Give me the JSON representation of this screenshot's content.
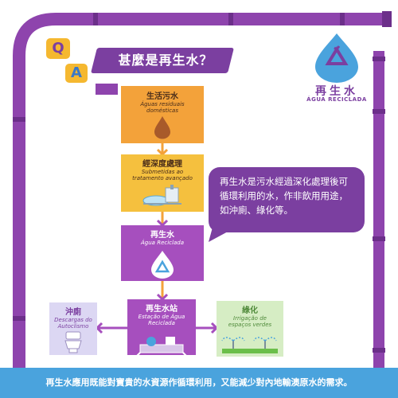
{
  "title": "甚麼是再生水？",
  "qa": {
    "q": "Q",
    "a": "A"
  },
  "brand": {
    "title": "再生水",
    "subtitle": "ÁGUA RECICLADA"
  },
  "flow": {
    "step1": {
      "zh": "生活污水",
      "pt": "Águas residuais domésticas"
    },
    "step2": {
      "zh": "經深度處理",
      "pt": "Submetidas ao tratamento avançado"
    },
    "step3": {
      "zh": "再生水",
      "pt": "Água Reciclada"
    },
    "step4": {
      "zh": "再生水站",
      "pt": "Estação de Água Reciclada"
    },
    "use1": {
      "zh": "沖廁",
      "pt": "Descargas do Autoclismo"
    },
    "use2": {
      "zh": "綠化",
      "pt": "Irrigação de espaços verdes"
    }
  },
  "bubble": "再生水是污水經過深化處理後可循環利用的水，作非飲用用途，如沖廁、綠化等。",
  "footer": "再生水應用既能對寶貴的水資源作循環利用，又能減少對內地輸澳原水的需求。",
  "colors": {
    "purple": "#7b3fa0",
    "pipe": "#8e44ad",
    "orange": "#f3a23a",
    "yellow": "#f5c03e",
    "violet": "#a64fbe",
    "lavender": "#dcd7f3",
    "green": "#d6edc4",
    "blue": "#4aa3dd",
    "footer_blue": "#4aa3dd"
  },
  "icons": [
    "pipe-frame",
    "water-drop-icon",
    "recycle-drop-icon",
    "treatment-plant-icon",
    "toilet-icon",
    "sprinkler-icon"
  ]
}
